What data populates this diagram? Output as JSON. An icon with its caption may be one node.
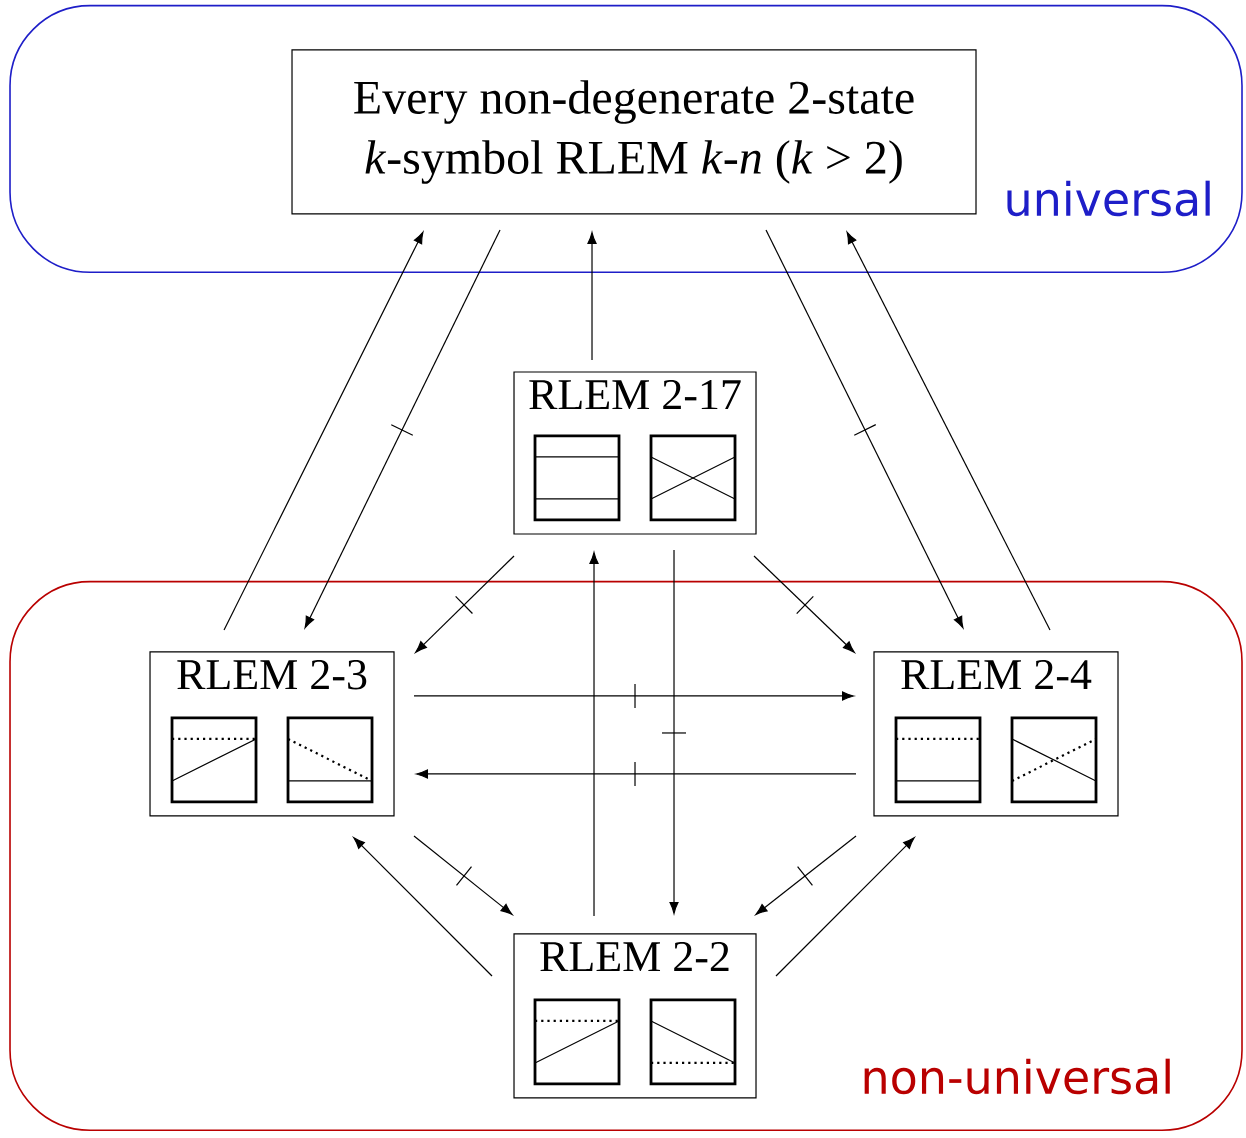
{
  "diagram": {
    "nodes": [
      {
        "text": [
          "universal"
        ]
      },
      {
        "text": [
          "Every non-degenerate 2-state *k*-symbol RLEM *k*-*n* (*k* > 2)"
        ],
        "in": 0
      },
      {
        "text": [
          "RLEM 2-17"
        ]
      },
      {
        "text": [
          "non-universal"
        ]
      },
      {
        "text": [
          "RLEM 2-3"
        ],
        "in": 3
      },
      {
        "text": [
          "RLEM 2-4"
        ],
        "in": 3
      },
      {
        "text": [
          "RLEM 2-2"
        ],
        "in": 3
      }
    ],
    "edges": [
      {
        "from": 4,
        "to": 1,
        "arrow": "to"
      },
      {
        "from": 1,
        "to": 4,
        "arrow": "to"
      },
      {
        "from": 2,
        "to": 1,
        "arrow": "to"
      },
      {
        "from": 1,
        "to": 5,
        "arrow": "to"
      },
      {
        "from": 5,
        "to": 1,
        "arrow": "to"
      },
      {
        "from": 2,
        "to": 4,
        "arrow": "to"
      },
      {
        "from": 2,
        "to": 5,
        "arrow": "to"
      },
      {
        "from": 4,
        "to": 5,
        "arrow": "to"
      },
      {
        "from": 5,
        "to": 4,
        "arrow": "to"
      },
      {
        "from": 6,
        "to": 2,
        "arrow": "to"
      },
      {
        "from": 2,
        "to": 6,
        "arrow": "to"
      },
      {
        "from": 6,
        "to": 4,
        "arrow": "to"
      },
      {
        "from": 4,
        "to": 6,
        "arrow": "to"
      },
      {
        "from": 5,
        "to": 6,
        "arrow": "to"
      },
      {
        "from": 6,
        "to": 5,
        "arrow": "to"
      }
    ]
  }
}
